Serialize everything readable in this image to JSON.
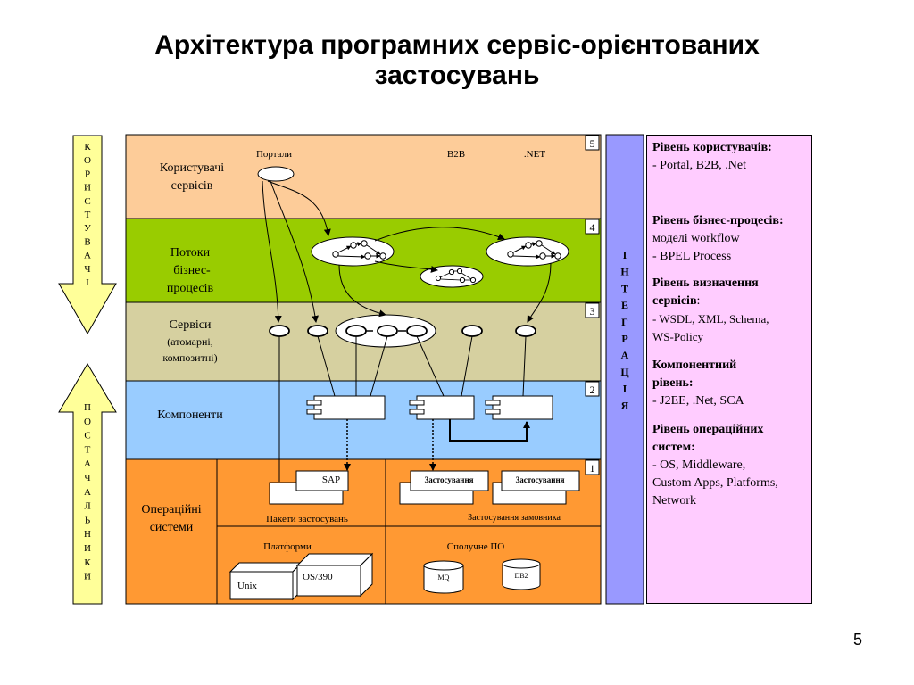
{
  "title": {
    "line1": "Архітектура програмних сервіс-орієнтованих",
    "line2": "застосувань"
  },
  "left_arrows": {
    "top": [
      "К",
      "О",
      "Р",
      "И",
      "С",
      "Т",
      "У",
      "В",
      "А",
      "Ч",
      "І"
    ],
    "bottom": [
      "П",
      "О",
      "С",
      "Т",
      "А",
      "Ч",
      "А",
      "Л",
      "Ь",
      "Н",
      "И",
      "К",
      "И"
    ]
  },
  "layers": {
    "users": {
      "number": "5",
      "name_line1": "Користувачі",
      "name_line2": "сервісів",
      "labels": [
        "Портали",
        "B2B",
        ".NET"
      ]
    },
    "processes": {
      "number": "4",
      "name_line1": "Потоки",
      "name_line2": "бізнес-",
      "name_line3": "процесів"
    },
    "services": {
      "number": "3",
      "name_line1": "Сервіси",
      "name_line2": "(атомарні,",
      "name_line3": "композитні)"
    },
    "components": {
      "number": "2",
      "name": "Компоненти"
    },
    "os": {
      "number": "1",
      "name_line1": "Операційні",
      "name_line2": "системи",
      "sap": "SAP",
      "app_packages": "Пакети застосувань",
      "app_1": "Застосування",
      "app_2": "Застосування",
      "custom_apps": "Застосування замовника",
      "platforms": "Платформи",
      "middleware": "Сполучне ПО",
      "unix": "Unix",
      "os390": "OS/390",
      "mq": "MQ",
      "db2": "DB2"
    }
  },
  "integration": [
    "І",
    "Н",
    "Т",
    "Е",
    "Г",
    "Р",
    "А",
    "Ц",
    "І",
    "Я"
  ],
  "levels": {
    "user_head": "Рівень користувачів:",
    "user_body": "- Portal, B2B, .Net",
    "bp_head": "Рівень бізнес-процесів:",
    "bp_body1": "моделі workflow",
    "bp_body2": "- BPEL Process",
    "svc_head1": "Рівень визначення",
    "svc_head2": "сервісів",
    "svc_colon": ":",
    "svc_body1": "- WSDL, XML, Schema,",
    "svc_body2": "WS-Policy",
    "comp_head1": "Компонентний",
    "comp_head2": "рівень:",
    "comp_body": "- J2EE, .Net, SCA",
    "os_head1": "Рівень операційних",
    "os_head2": "систем:",
    "os_body1": "- OS, Middleware,",
    "os_body2": "Custom Apps, Platforms,",
    "os_body3": "Network"
  },
  "page_number": "5",
  "colors": {
    "users_layer": "#fdcc99",
    "process_layer": "#99cc00",
    "services_layer": "#d6d0a0",
    "components_layer": "#99ccff",
    "os_layer": "#ff9933",
    "integration_bar": "#9999ff",
    "levels_panel": "#ffccff",
    "arrows": "#ffff99"
  }
}
